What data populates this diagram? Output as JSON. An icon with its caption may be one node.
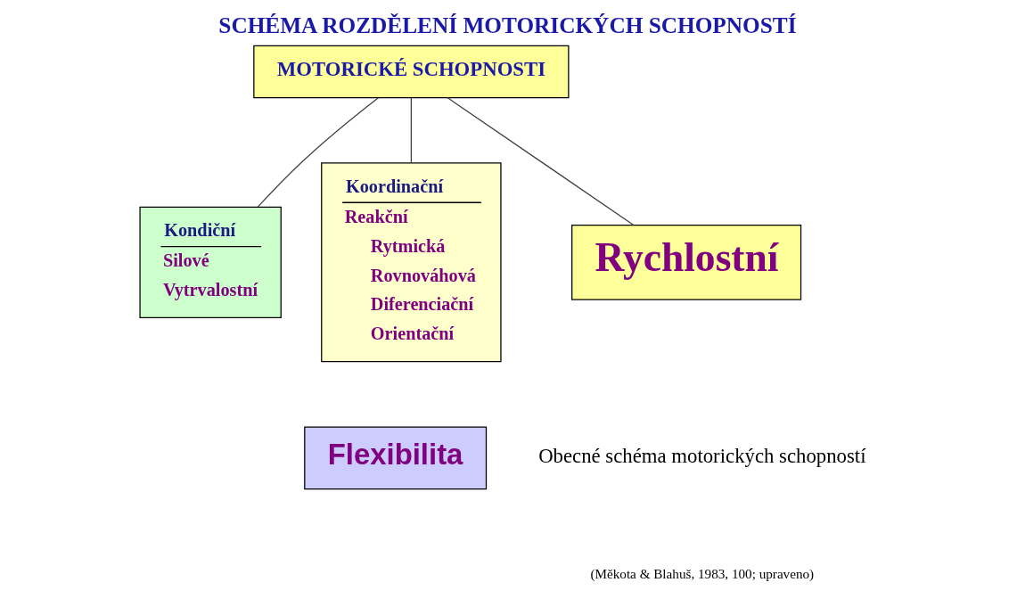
{
  "diagram": {
    "title": "SCHÉMA ROZDĚLENÍ MOTORICKÝCH SCHOPNOSTÍ",
    "caption": "Obecné schéma motorických schopností",
    "nodes": [
      {
        "text": [
          "MOTORICKÉ SCHOPNOSTI"
        ]
      },
      {
        "text": [
          "Kondiční",
          "Silové",
          "Vytrvalostní"
        ]
      },
      {
        "text": [
          "Koordinační",
          "Reakční",
          "Rytmická",
          "Rovnováhová",
          "Diferenciační",
          "Orientační"
        ]
      },
      {
        "text": [
          "Rychlostní"
        ]
      },
      {
        "text": [
          "Flexibilita"
        ]
      }
    ],
    "edges": [
      {
        "from": 0,
        "to": 1,
        "arrow": "none"
      },
      {
        "from": 0,
        "to": 3,
        "arrow": "none"
      },
      {
        "from": 0,
        "to": 2,
        "arrow": "none"
      }
    ],
    "labels": [
      "(Měkota & Blahuš, 1983, 100; upraveno)"
    ]
  }
}
